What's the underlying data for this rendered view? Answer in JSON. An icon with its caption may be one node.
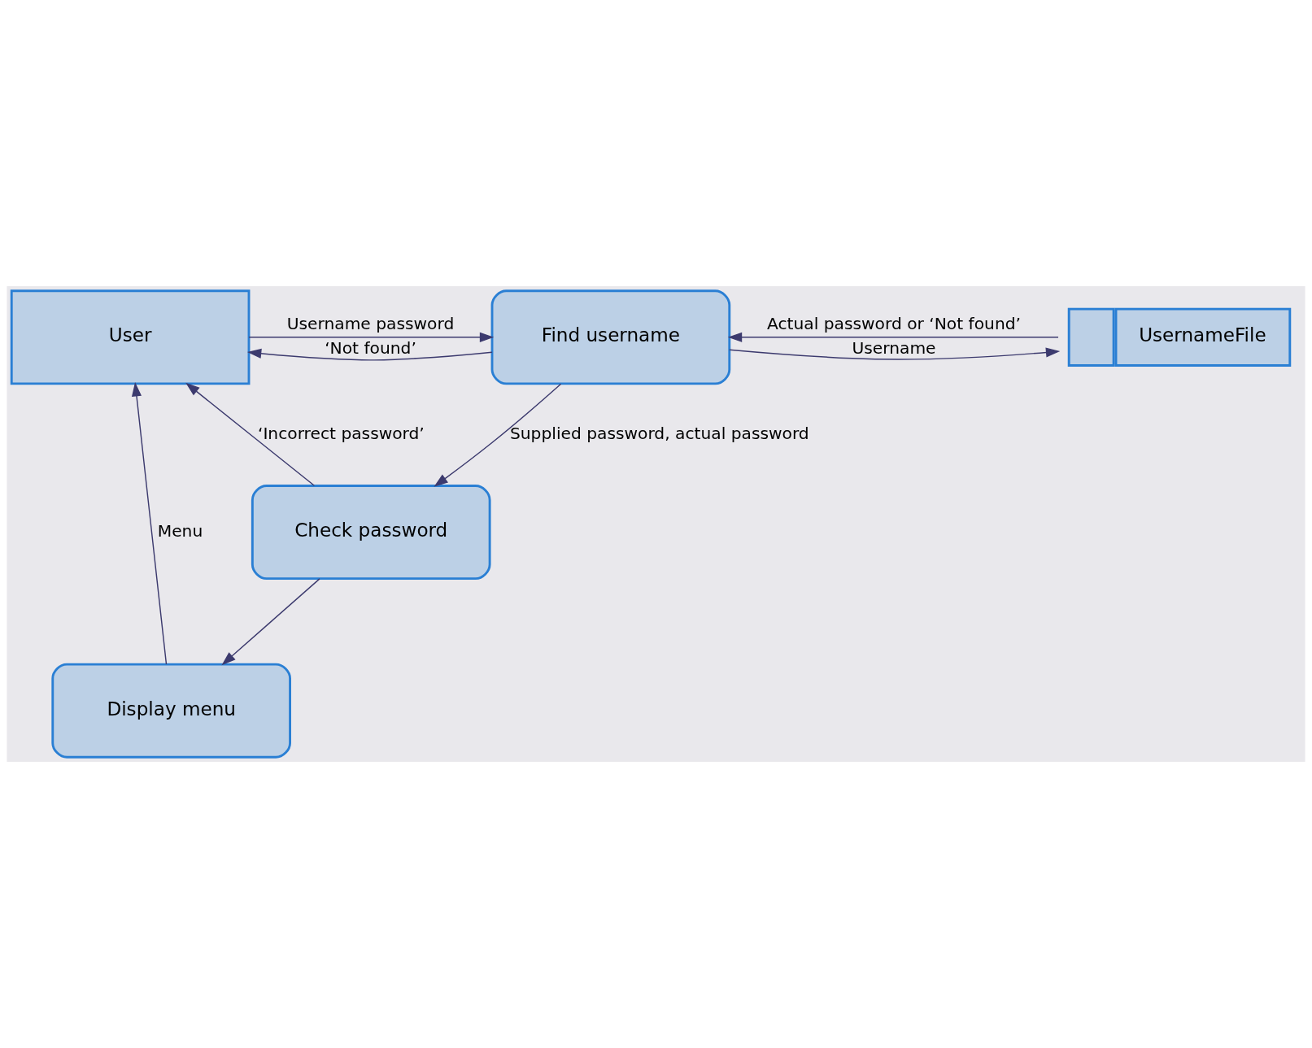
{
  "diagram": {
    "nodes": [
      {
        "text": [
          "User"
        ]
      },
      {
        "text": [
          "Find username"
        ]
      },
      {
        "text": [
          "UsernameFile"
        ]
      },
      {
        "text": [
          "Check password"
        ]
      },
      {
        "text": [
          "Display menu"
        ]
      }
    ],
    "edges": [
      {
        "from": 0,
        "to": 1,
        "arrow": "to",
        "label": "Username password"
      },
      {
        "from": 1,
        "to": 0,
        "arrow": "to",
        "label": "‘Not found’"
      },
      {
        "from": 1,
        "to": 2,
        "arrow": "to",
        "label": "Username"
      },
      {
        "from": 2,
        "to": 1,
        "arrow": "to",
        "label": "Actual password or ‘Not found’"
      },
      {
        "from": 1,
        "to": 3,
        "arrow": "to",
        "label": "Supplied password, actual password"
      },
      {
        "from": 3,
        "to": 0,
        "arrow": "to",
        "label": "‘Incorrect password’"
      },
      {
        "from": 3,
        "to": 4,
        "arrow": "to"
      },
      {
        "from": 4,
        "to": 0,
        "arrow": "to",
        "label": "Menu"
      }
    ]
  }
}
